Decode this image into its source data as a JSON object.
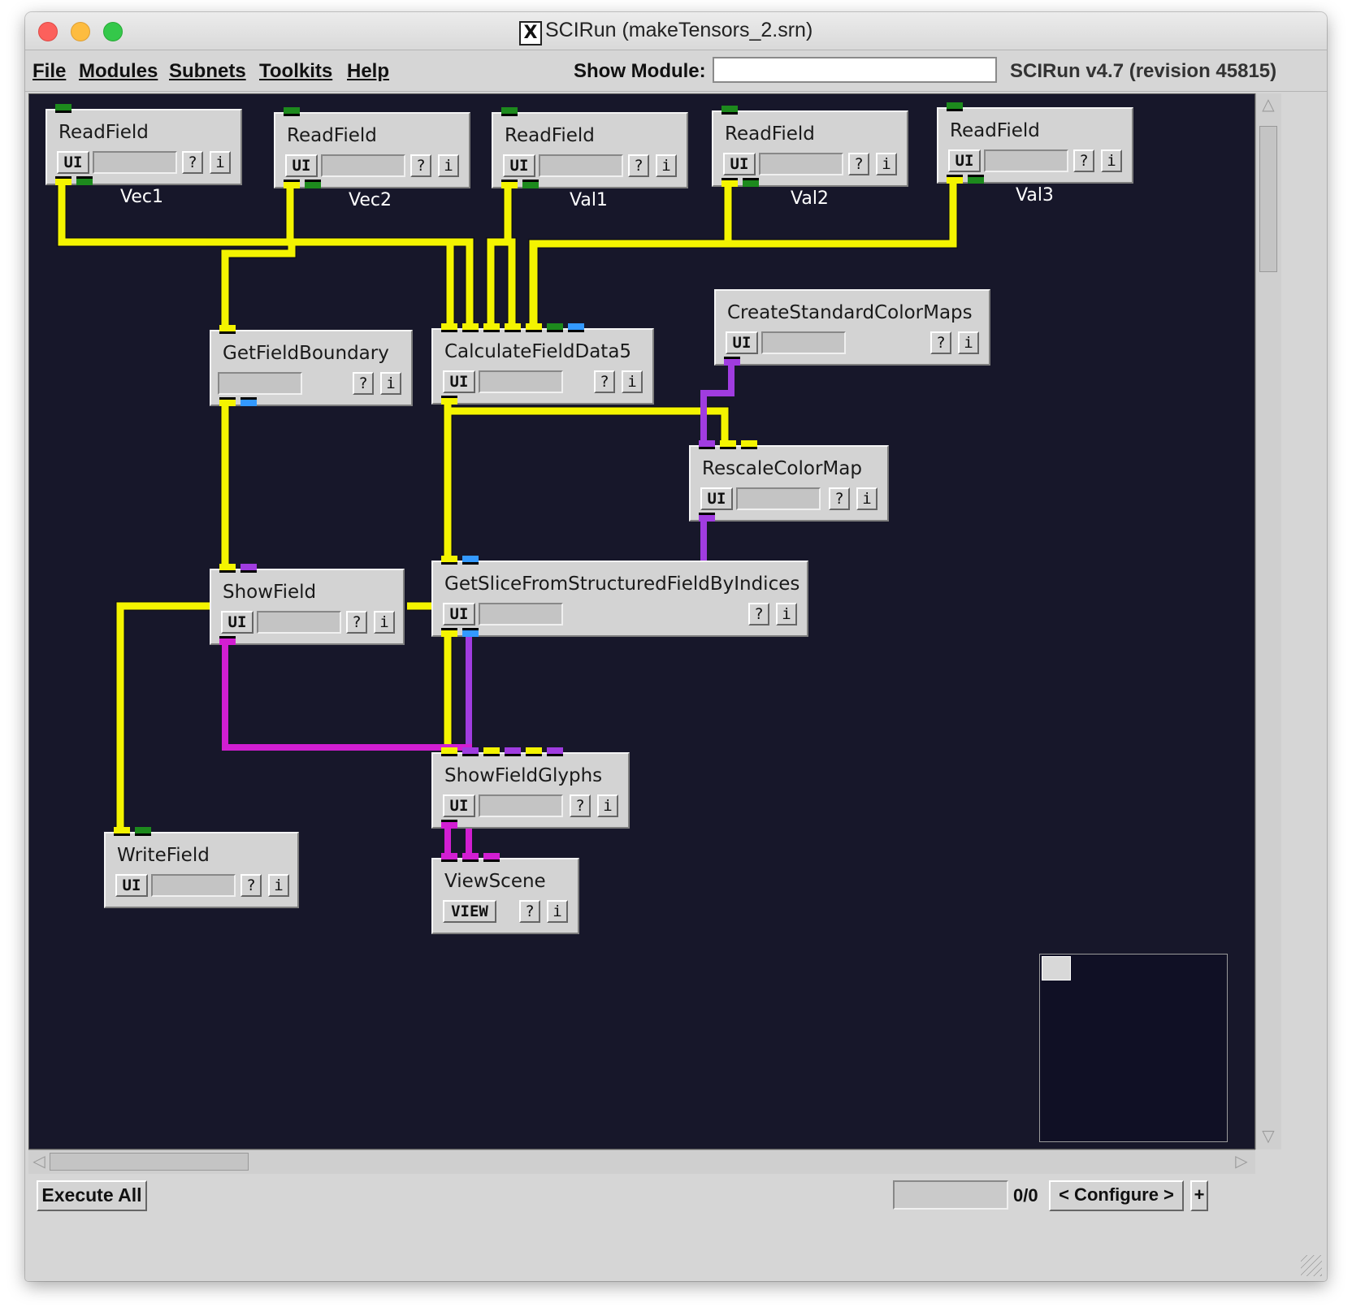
{
  "window": {
    "title": "SCIRun (makeTensors_2.srn)",
    "x_icon": "X"
  },
  "menu": {
    "items": [
      {
        "label": "File"
      },
      {
        "label": "Modules"
      },
      {
        "label": "Subnets"
      },
      {
        "label": "Toolkits"
      },
      {
        "label": "Help"
      }
    ],
    "show_module_label": "Show Module:",
    "show_module_value": "",
    "version": "SCIRun v4.7 (revision 45815)"
  },
  "modules": [
    {
      "id": "readfield-vec1",
      "title": "ReadField",
      "note": "Vec1",
      "ui_label": "UI",
      "help_label": "?",
      "info_label": "i"
    },
    {
      "id": "readfield-vec2",
      "title": "ReadField",
      "note": "Vec2",
      "ui_label": "UI",
      "help_label": "?",
      "info_label": "i"
    },
    {
      "id": "readfield-val1",
      "title": "ReadField",
      "note": "Val1",
      "ui_label": "UI",
      "help_label": "?",
      "info_label": "i"
    },
    {
      "id": "readfield-val2",
      "title": "ReadField",
      "note": "Val2",
      "ui_label": "UI",
      "help_label": "?",
      "info_label": "i"
    },
    {
      "id": "readfield-val3",
      "title": "ReadField",
      "note": "Val3",
      "ui_label": "UI",
      "help_label": "?",
      "info_label": "i"
    },
    {
      "id": "createstandardcolormaps",
      "title": "CreateStandardColorMaps",
      "ui_label": "UI",
      "help_label": "?",
      "info_label": "i"
    },
    {
      "id": "getfieldboundary",
      "title": "GetFieldBoundary",
      "help_label": "?",
      "info_label": "i"
    },
    {
      "id": "calculatefielddata5",
      "title": "CalculateFieldData5",
      "ui_label": "UI",
      "help_label": "?",
      "info_label": "i"
    },
    {
      "id": "rescalecolormap",
      "title": "RescaleColorMap",
      "ui_label": "UI",
      "help_label": "?",
      "info_label": "i"
    },
    {
      "id": "showfield",
      "title": "ShowField",
      "ui_label": "UI",
      "help_label": "?",
      "info_label": "i"
    },
    {
      "id": "getslice",
      "title": "GetSliceFromStructuredFieldByIndices",
      "ui_label": "UI",
      "help_label": "?",
      "info_label": "i"
    },
    {
      "id": "showfieldglyphs",
      "title": "ShowFieldGlyphs",
      "ui_label": "UI",
      "help_label": "?",
      "info_label": "i"
    },
    {
      "id": "writefield",
      "title": "WriteField",
      "ui_label": "UI",
      "help_label": "?",
      "info_label": "i"
    },
    {
      "id": "viewscene",
      "title": "ViewScene",
      "ui_label": "VIEW",
      "help_label": "?",
      "info_label": "i"
    }
  ],
  "colors": {
    "canvas_bg": "#17172a",
    "field_wire": "#f4f400",
    "colormap_wire": "#a03ce0",
    "geometry_wire": "#d21ed2",
    "matrix_port": "#3399ff",
    "status_port": "#1d8a1d"
  },
  "icons": {
    "scroll_up": "up-arrow-icon",
    "scroll_down": "down-arrow-icon",
    "scroll_left": "left-arrow-icon",
    "scroll_right": "right-arrow-icon",
    "resize": "resize-grip-icon"
  },
  "bottom": {
    "execute_label": "Execute All",
    "counter": "0/0",
    "configure_label": "< Configure >",
    "plus_label": "+"
  }
}
